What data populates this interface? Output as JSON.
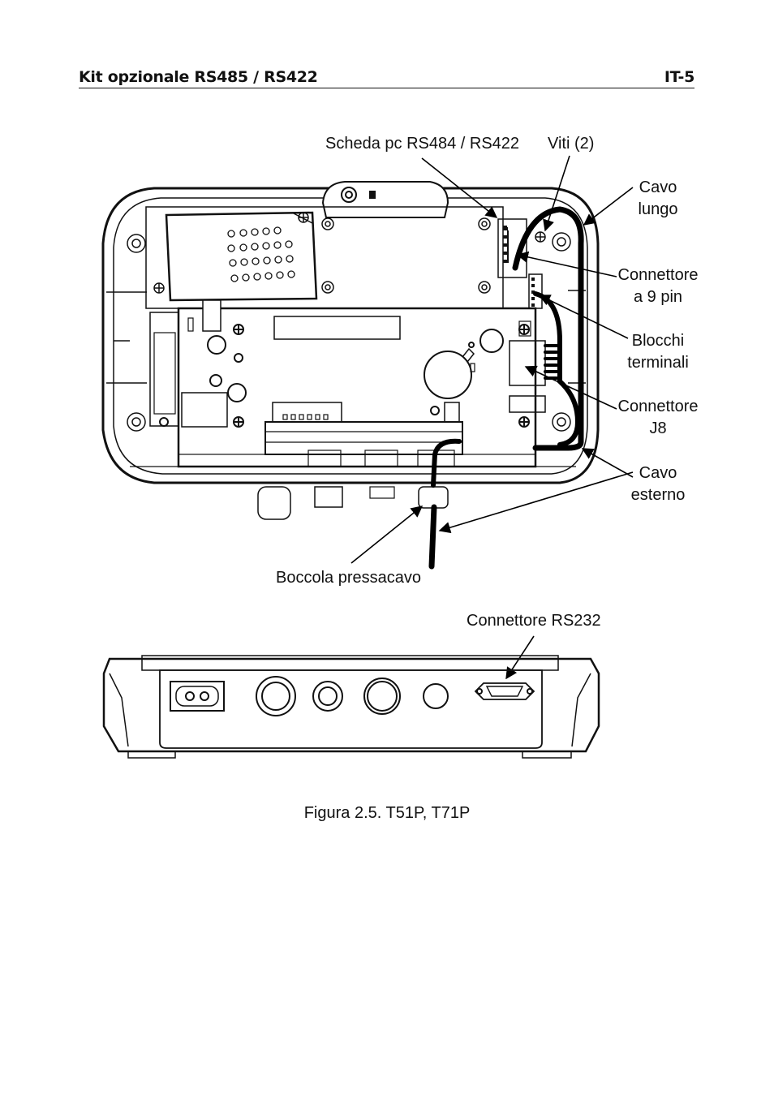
{
  "header": {
    "left": "Kit opzionale RS485 / RS422",
    "right": "IT-5"
  },
  "labels": {
    "scheda_pc": "Scheda pc RS484 / RS422",
    "viti": "Viti (2)",
    "cavo_lungo": [
      "Cavo",
      "lungo"
    ],
    "connettore_9pin": [
      "Connettore",
      "a 9 pin"
    ],
    "blocchi_terminali": [
      "Blocchi",
      "terminali"
    ],
    "connettore_j8": [
      "Connettore",
      "J8"
    ],
    "cavo_esterno": [
      "Cavo",
      "esterno"
    ],
    "boccola": "Boccola pressacavo",
    "connettore_rs232": "Connettore RS232"
  },
  "caption": "Figura 2.5.  T51P, T71P"
}
